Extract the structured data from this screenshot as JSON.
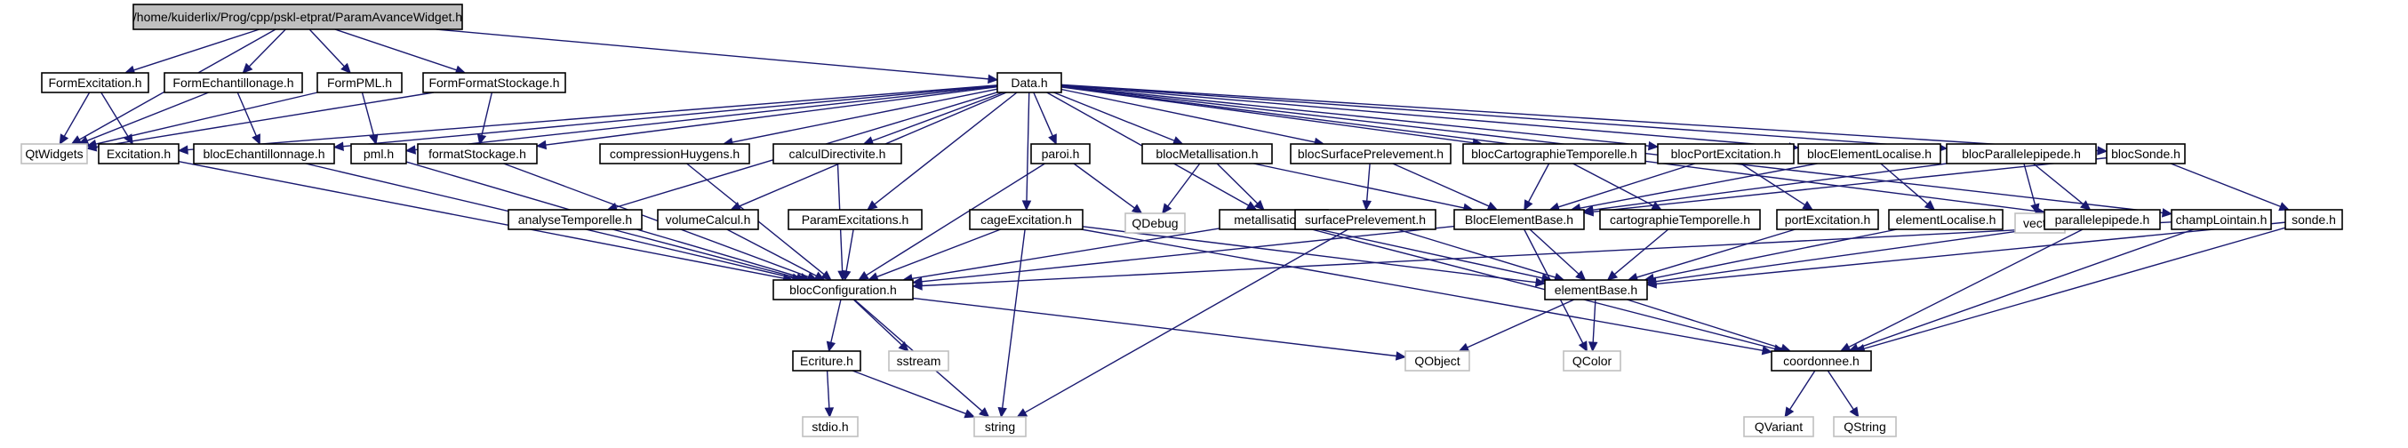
{
  "diagram": {
    "nodes": [
      {
        "id": "root",
        "label": "/home/kuiderlix/Prog/cpp/pskl-etprat/ParamAvanceWidget.h",
        "kind": "root"
      },
      {
        "id": "qtwidgets",
        "label": "QtWidgets",
        "kind": "external"
      },
      {
        "id": "formexcitation",
        "label": "FormExcitation.h",
        "kind": "file"
      },
      {
        "id": "formechantillonage",
        "label": "FormEchantillonage.h",
        "kind": "file"
      },
      {
        "id": "formpml",
        "label": "FormPML.h",
        "kind": "file"
      },
      {
        "id": "formformatstockage",
        "label": "FormFormatStockage.h",
        "kind": "file"
      },
      {
        "id": "data",
        "label": "Data.h",
        "kind": "file"
      },
      {
        "id": "excitation",
        "label": "Excitation.h",
        "kind": "file"
      },
      {
        "id": "blocechantillonnage",
        "label": "blocEchantillonnage.h",
        "kind": "file"
      },
      {
        "id": "pml",
        "label": "pml.h",
        "kind": "file"
      },
      {
        "id": "formatstockage",
        "label": "formatStockage.h",
        "kind": "file"
      },
      {
        "id": "compressionhuygens",
        "label": "compressionHuygens.h",
        "kind": "file"
      },
      {
        "id": "calculdirectivite",
        "label": "calculDirectivite.h",
        "kind": "file"
      },
      {
        "id": "paroi",
        "label": "paroi.h",
        "kind": "file"
      },
      {
        "id": "blocmetallisation",
        "label": "blocMetallisation.h",
        "kind": "file"
      },
      {
        "id": "blocsurfaceprelevement",
        "label": "blocSurfacePrelevement.h",
        "kind": "file"
      },
      {
        "id": "bloccartographietemporelle",
        "label": "blocCartographieTemporelle.h",
        "kind": "file"
      },
      {
        "id": "blocportexcitation",
        "label": "blocPortExcitation.h",
        "kind": "file"
      },
      {
        "id": "blocelementlocalise",
        "label": "blocElementLocalise.h",
        "kind": "file"
      },
      {
        "id": "blocparallelepipede",
        "label": "blocParallelepipede.h",
        "kind": "file"
      },
      {
        "id": "blocsonde",
        "label": "blocSonde.h",
        "kind": "file"
      },
      {
        "id": "analysetemporelle",
        "label": "analyseTemporelle.h",
        "kind": "file"
      },
      {
        "id": "volumecalcul",
        "label": "volumeCalcul.h",
        "kind": "file"
      },
      {
        "id": "paramexcitations",
        "label": "ParamExcitations.h",
        "kind": "file"
      },
      {
        "id": "cageexcitation",
        "label": "cageExcitation.h",
        "kind": "file"
      },
      {
        "id": "qdebug",
        "label": "QDebug",
        "kind": "external"
      },
      {
        "id": "metallisation",
        "label": "metallisation.h",
        "kind": "file"
      },
      {
        "id": "surfaceprelevement",
        "label": "surfacePrelevement.h",
        "kind": "file"
      },
      {
        "id": "blocelementbase",
        "label": "BlocElementBase.h",
        "kind": "file"
      },
      {
        "id": "cartographietemporelle",
        "label": "cartographieTemporelle.h",
        "kind": "file"
      },
      {
        "id": "portexcitation",
        "label": "portExcitation.h",
        "kind": "file"
      },
      {
        "id": "elementlocalise",
        "label": "elementLocalise.h",
        "kind": "file"
      },
      {
        "id": "vector",
        "label": "vector",
        "kind": "external"
      },
      {
        "id": "parallelepipede",
        "label": "parallelepipede.h",
        "kind": "file"
      },
      {
        "id": "champlointain",
        "label": "champLointain.h",
        "kind": "file"
      },
      {
        "id": "sonde",
        "label": "sonde.h",
        "kind": "file"
      },
      {
        "id": "blocconfiguration",
        "label": "blocConfiguration.h",
        "kind": "file"
      },
      {
        "id": "elementbase",
        "label": "elementBase.h",
        "kind": "file"
      },
      {
        "id": "ecriture",
        "label": "Ecriture.h",
        "kind": "file"
      },
      {
        "id": "sstream",
        "label": "sstream",
        "kind": "external"
      },
      {
        "id": "qobject",
        "label": "QObject",
        "kind": "external"
      },
      {
        "id": "qcolor",
        "label": "QColor",
        "kind": "external"
      },
      {
        "id": "coordonnee",
        "label": "coordonnee.h",
        "kind": "file"
      },
      {
        "id": "stdio",
        "label": "stdio.h",
        "kind": "external"
      },
      {
        "id": "string",
        "label": "string",
        "kind": "external"
      },
      {
        "id": "qvariant",
        "label": "QVariant",
        "kind": "external"
      },
      {
        "id": "qstring",
        "label": "QString",
        "kind": "external"
      }
    ],
    "edges": [
      [
        "root",
        "qtwidgets"
      ],
      [
        "root",
        "formexcitation"
      ],
      [
        "root",
        "formechantillonage"
      ],
      [
        "root",
        "formpml"
      ],
      [
        "root",
        "formformatstockage"
      ],
      [
        "root",
        "data"
      ],
      [
        "formexcitation",
        "qtwidgets"
      ],
      [
        "formexcitation",
        "excitation"
      ],
      [
        "formechantillonage",
        "qtwidgets"
      ],
      [
        "formechantillonage",
        "blocechantillonnage"
      ],
      [
        "formpml",
        "qtwidgets"
      ],
      [
        "formpml",
        "pml"
      ],
      [
        "formformatstockage",
        "qtwidgets"
      ],
      [
        "formformatstockage",
        "formatstockage"
      ],
      [
        "data",
        "excitation"
      ],
      [
        "data",
        "blocechantillonnage"
      ],
      [
        "data",
        "pml"
      ],
      [
        "data",
        "formatstockage"
      ],
      [
        "data",
        "compressionhuygens"
      ],
      [
        "data",
        "calculdirectivite"
      ],
      [
        "data",
        "paroi"
      ],
      [
        "data",
        "blocmetallisation"
      ],
      [
        "data",
        "blocsurfaceprelevement"
      ],
      [
        "data",
        "bloccartographietemporelle"
      ],
      [
        "data",
        "blocportexcitation"
      ],
      [
        "data",
        "blocelementlocalise"
      ],
      [
        "data",
        "blocparallelepipede"
      ],
      [
        "data",
        "blocsonde"
      ],
      [
        "data",
        "analysetemporelle"
      ],
      [
        "data",
        "volumecalcul"
      ],
      [
        "data",
        "paramexcitations"
      ],
      [
        "data",
        "cageexcitation"
      ],
      [
        "data",
        "metallisation"
      ],
      [
        "data",
        "parallelepipede"
      ],
      [
        "data",
        "champlointain"
      ],
      [
        "excitation",
        "blocconfiguration"
      ],
      [
        "blocechantillonnage",
        "blocconfiguration"
      ],
      [
        "pml",
        "blocconfiguration"
      ],
      [
        "formatstockage",
        "blocconfiguration"
      ],
      [
        "compressionhuygens",
        "blocconfiguration"
      ],
      [
        "calculdirectivite",
        "blocconfiguration"
      ],
      [
        "analysetemporelle",
        "blocconfiguration"
      ],
      [
        "volumecalcul",
        "blocconfiguration"
      ],
      [
        "paramexcitations",
        "blocconfiguration"
      ],
      [
        "paroi",
        "blocconfiguration"
      ],
      [
        "paroi",
        "qdebug"
      ],
      [
        "cageexcitation",
        "blocconfiguration"
      ],
      [
        "cageexcitation",
        "string"
      ],
      [
        "cageexcitation",
        "elementbase"
      ],
      [
        "cageexcitation",
        "coordonnee"
      ],
      [
        "blocmetallisation",
        "qdebug"
      ],
      [
        "blocmetallisation",
        "metallisation"
      ],
      [
        "blocmetallisation",
        "blocelementbase"
      ],
      [
        "metallisation",
        "blocconfiguration"
      ],
      [
        "metallisation",
        "elementbase"
      ],
      [
        "metallisation",
        "coordonnee"
      ],
      [
        "blocsurfaceprelevement",
        "surfaceprelevement"
      ],
      [
        "blocsurfaceprelevement",
        "blocelementbase"
      ],
      [
        "surfaceprelevement",
        "elementbase"
      ],
      [
        "surfaceprelevement",
        "string"
      ],
      [
        "bloccartographietemporelle",
        "blocelementbase"
      ],
      [
        "bloccartographietemporelle",
        "cartographietemporelle"
      ],
      [
        "cartographietemporelle",
        "elementbase"
      ],
      [
        "blocportexcitation",
        "blocelementbase"
      ],
      [
        "blocportexcitation",
        "portexcitation"
      ],
      [
        "portexcitation",
        "elementbase"
      ],
      [
        "blocelementlocalise",
        "blocelementbase"
      ],
      [
        "blocelementlocalise",
        "elementlocalise"
      ],
      [
        "elementlocalise",
        "elementbase"
      ],
      [
        "blocparallelepipede",
        "blocelementbase"
      ],
      [
        "blocparallelepipede",
        "vector"
      ],
      [
        "blocparallelepipede",
        "parallelepipede"
      ],
      [
        "parallelepipede",
        "elementbase"
      ],
      [
        "parallelepipede",
        "coordonnee"
      ],
      [
        "blocsonde",
        "blocelementbase"
      ],
      [
        "blocsonde",
        "sonde"
      ],
      [
        "sonde",
        "elementbase"
      ],
      [
        "sonde",
        "coordonnee"
      ],
      [
        "champlointain",
        "blocconfiguration"
      ],
      [
        "champlointain",
        "coordonnee"
      ],
      [
        "blocelementbase",
        "blocconfiguration"
      ],
      [
        "blocelementbase",
        "elementbase"
      ],
      [
        "blocelementbase",
        "qcolor"
      ],
      [
        "blocconfiguration",
        "ecriture"
      ],
      [
        "blocconfiguration",
        "sstream"
      ],
      [
        "blocconfiguration",
        "string"
      ],
      [
        "blocconfiguration",
        "qobject"
      ],
      [
        "ecriture",
        "stdio"
      ],
      [
        "ecriture",
        "string"
      ],
      [
        "elementbase",
        "qobject"
      ],
      [
        "elementbase",
        "qcolor"
      ],
      [
        "elementbase",
        "coordonnee"
      ],
      [
        "coordonnee",
        "qvariant"
      ],
      [
        "coordonnee",
        "qstring"
      ]
    ]
  },
  "colors": {
    "edge": "#191970",
    "node_border": "#000000",
    "external_border": "#bfbfbf",
    "root_fill": "#bfbfbf",
    "node_fill": "#ffffff",
    "text": "#000000"
  }
}
